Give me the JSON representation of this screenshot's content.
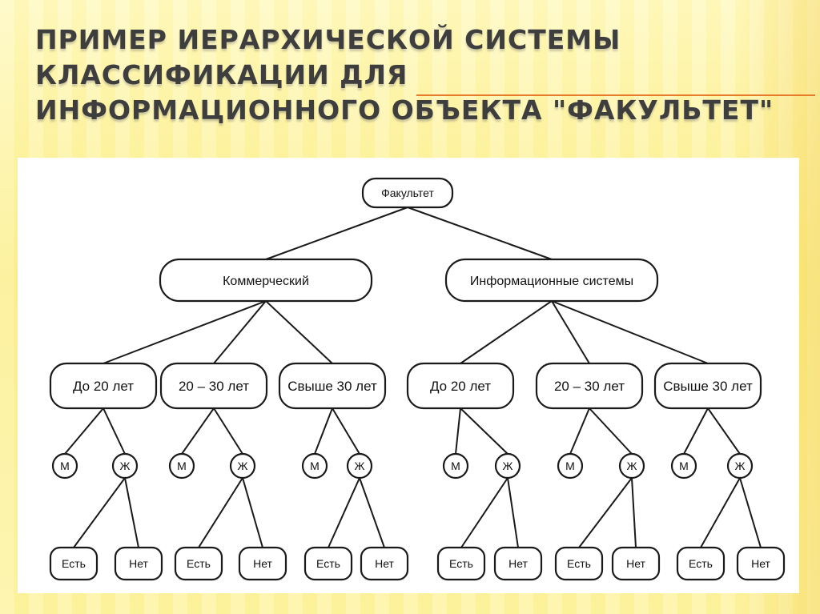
{
  "slide": {
    "title_line1": "ПРИМЕР ИЕРАРХИЧЕСКОЙ СИСТЕМЫ КЛАССИФИКАЦИИ ДЛЯ",
    "title_line2": "ИНФОРМАЦИОННОГО ОБЪЕКТА \"ФАКУЛЬТЕТ\"",
    "accent_color": "#e87a2c",
    "background_color": "#fdf3a0"
  },
  "diagram": {
    "root": {
      "label": "Факультет",
      "children": [
        {
          "label": "Коммерческий",
          "children": [
            {
              "label": "До 20 лет",
              "children": [
                {
                  "label": "М"
                },
                {
                  "label": "Ж",
                  "children": [
                    {
                      "label": "Есть"
                    },
                    {
                      "label": "Нет"
                    }
                  ]
                }
              ]
            },
            {
              "label": "20 – 30 лет",
              "children": [
                {
                  "label": "М"
                },
                {
                  "label": "Ж",
                  "children": [
                    {
                      "label": "Есть"
                    },
                    {
                      "label": "Нет"
                    }
                  ]
                }
              ]
            },
            {
              "label": "Свыше 30 лет",
              "children": [
                {
                  "label": "М"
                },
                {
                  "label": "Ж",
                  "children": [
                    {
                      "label": "Есть"
                    },
                    {
                      "label": "Нет"
                    }
                  ]
                }
              ]
            }
          ]
        },
        {
          "label": "Информационные системы",
          "children": [
            {
              "label": "До 20 лет",
              "children": [
                {
                  "label": "М"
                },
                {
                  "label": "Ж",
                  "children": [
                    {
                      "label": "Есть"
                    },
                    {
                      "label": "Нет"
                    }
                  ]
                }
              ]
            },
            {
              "label": "20 – 30 лет",
              "children": [
                {
                  "label": "М"
                },
                {
                  "label": "Ж",
                  "children": [
                    {
                      "label": "Есть"
                    },
                    {
                      "label": "Нет"
                    }
                  ]
                }
              ]
            },
            {
              "label": "Свыше 30 лет",
              "children": [
                {
                  "label": "М"
                },
                {
                  "label": "Ж",
                  "children": [
                    {
                      "label": "Есть"
                    },
                    {
                      "label": "Нет"
                    }
                  ]
                }
              ]
            }
          ]
        }
      ]
    }
  }
}
